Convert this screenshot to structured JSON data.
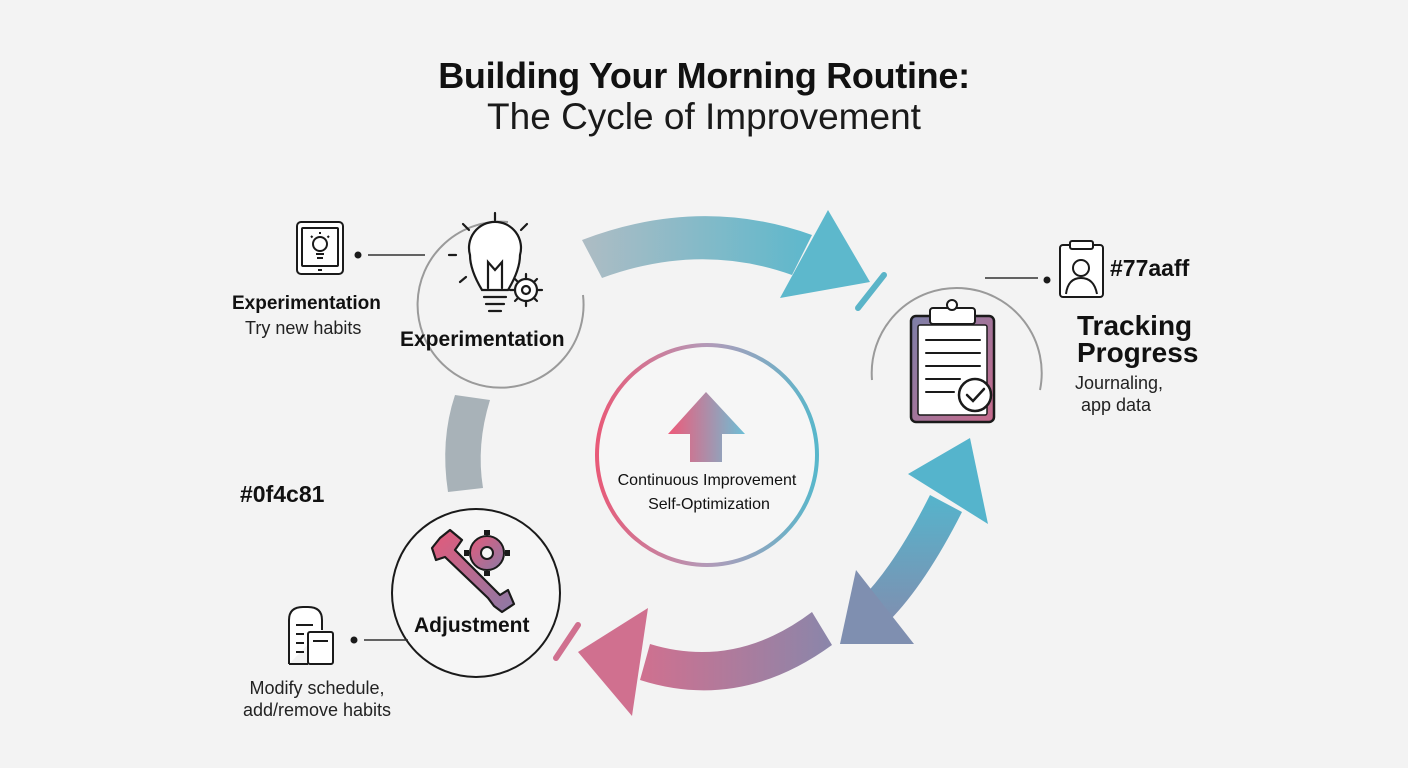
{
  "title": {
    "line1": "Building Your Morning Routine:",
    "line2": "The Cycle of Improvement"
  },
  "center": {
    "line1": "Continuous Improvement",
    "line2": "Self-Optimization"
  },
  "nodes": {
    "experimentation": {
      "label": "Experimentation",
      "side_title": "Experimentation",
      "side_sub": "Try new habits",
      "icon": "lightbulb-gear-icon",
      "side_icon": "tablet-lightbulb-icon"
    },
    "tracking": {
      "title_line1": "Tracking",
      "title_line2": "Progress",
      "sub_line1": "Journaling,",
      "sub_line2": "app data",
      "hex_label": "#77aaff",
      "icon": "clipboard-check-icon",
      "side_icon": "profile-badge-icon"
    },
    "adjustment": {
      "label": "Adjustment",
      "sub_line1": "Modify schedule,",
      "sub_line2": "add/remove habits",
      "icon": "wrench-gear-icon",
      "side_icon": "document-pages-icon"
    }
  },
  "stray_labels": {
    "left_hex": "#0f4c81"
  },
  "colors": {
    "teal": "#5ab4c8",
    "grey_blue": "#a7b7c2",
    "pink": "#e9587a",
    "purple": "#8d7fa6",
    "arrow_gray": "#a8b2b8",
    "background": "#f3f3f3"
  }
}
